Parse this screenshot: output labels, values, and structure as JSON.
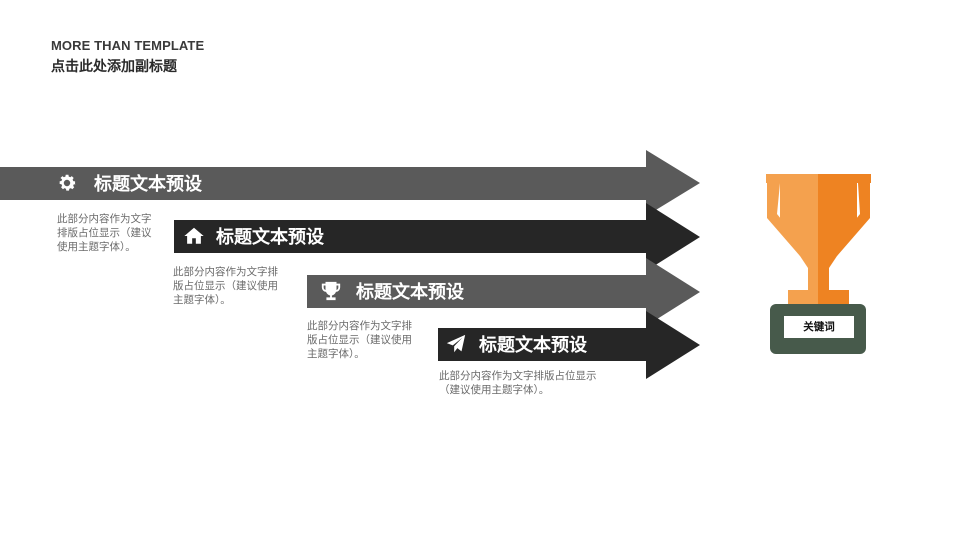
{
  "header": {
    "title": "MORE THAN TEMPLATE",
    "subtitle": "点击此处添加副标题"
  },
  "steps": [
    {
      "title": "标题文本预设",
      "icon": "gear-icon",
      "description": "此部分内容作为文字排版占位显示（建议使用主题字体）。",
      "color": "#5a5a5a"
    },
    {
      "title": "标题文本预设",
      "icon": "home-icon",
      "description": "此部分内容作为文字排版占位显示（建议使用主题字体）。",
      "color": "#262626"
    },
    {
      "title": "标题文本预设",
      "icon": "trophy-icon",
      "description": "此部分内容作为文字排版占位显示（建议使用主题字体）。",
      "color": "#5a5a5a"
    },
    {
      "title": "标题文本预设",
      "icon": "paper-plane-icon",
      "description": "此部分内容作为文字排版占位显示（建议使用主题字体）。",
      "color": "#262626"
    }
  ],
  "trophy": {
    "keyword": "关键词",
    "cup_color_light": "#f4a14e",
    "cup_color_dark": "#ee8322",
    "base_color": "#475a4b"
  }
}
